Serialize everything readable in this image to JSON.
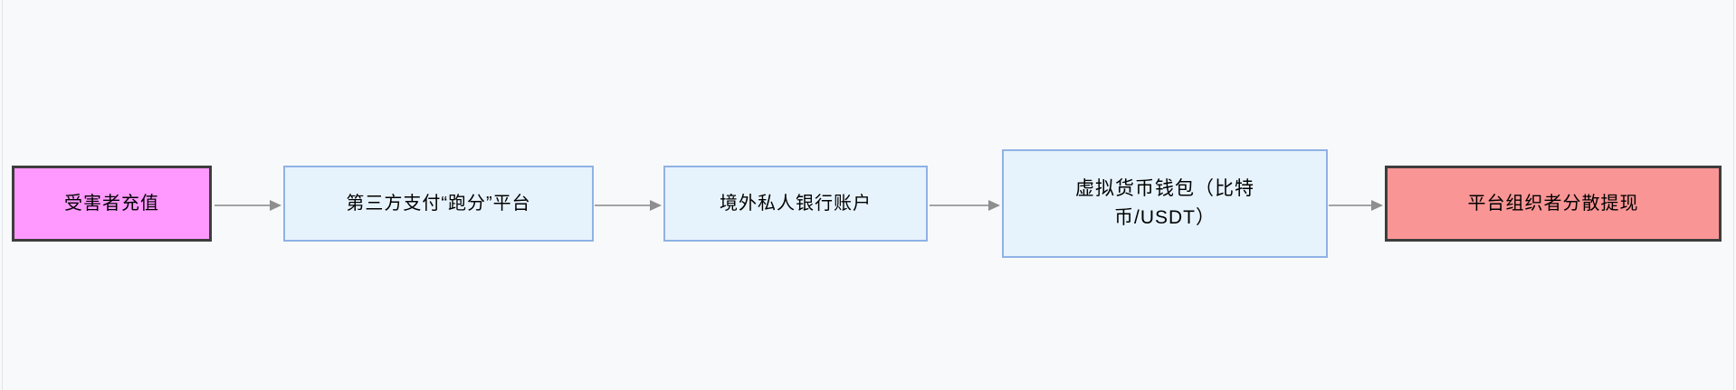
{
  "page": {
    "background_color": "#f8f9fa",
    "edge_divider_color": "#e2e4e7"
  },
  "diagram": {
    "type": "flowchart",
    "direction": "left-to-right",
    "arrow_line_color": "#a3a3a3",
    "arrow_head_color": "#8e8e8e",
    "text_color": "#000000",
    "nodes": [
      {
        "id": "victim-recharge",
        "label": "受害者充值",
        "fill": "#ff99ff",
        "border_color": "#3d3d3d"
      },
      {
        "id": "third-party-payment-platform",
        "label": "第三方支付“跑分”平台",
        "fill": "#e7f3fc",
        "border_color": "#8fb2e5"
      },
      {
        "id": "overseas-private-bank-account",
        "label": "境外私人银行账户",
        "fill": "#e7f3fc",
        "border_color": "#8fb2e5"
      },
      {
        "id": "crypto-wallet",
        "label": "虚拟货币钱包（比特币/USDT）",
        "label_lines": [
          "虚拟货币钱包（比特",
          "币/USDT）"
        ],
        "fill": "#e7f3fc",
        "border_color": "#8fb2e5"
      },
      {
        "id": "platform-organizer-withdrawal",
        "label": "平台组织者分散提现",
        "fill": "#fa9595",
        "border_color": "#3d3d3d"
      }
    ],
    "edges": [
      {
        "from": "victim-recharge",
        "to": "third-party-payment-platform"
      },
      {
        "from": "third-party-payment-platform",
        "to": "overseas-private-bank-account"
      },
      {
        "from": "overseas-private-bank-account",
        "to": "crypto-wallet"
      },
      {
        "from": "crypto-wallet",
        "to": "platform-organizer-withdrawal"
      }
    ]
  }
}
